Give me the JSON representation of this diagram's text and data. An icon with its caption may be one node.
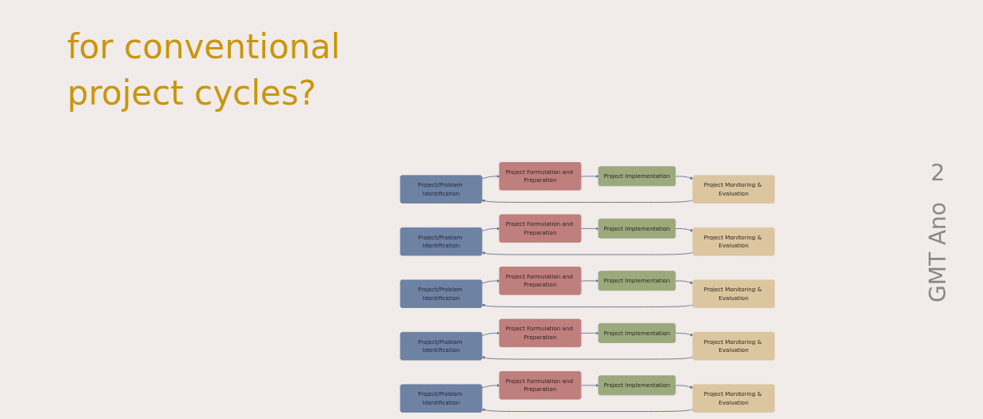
{
  "diagram": {
    "title": "for conventional project cycles?",
    "nodes": [
      {
        "text": [
          "Project/Problem Identification"
        ]
      },
      {
        "text": [
          "Project Formulation and Preparation"
        ]
      },
      {
        "text": [
          "Project Implementation"
        ]
      },
      {
        "text": [
          "Project Monitoring & Evaluation"
        ]
      },
      {
        "text": [
          "Project/Problem Identification"
        ]
      },
      {
        "text": [
          "Project Formulation and Preparation"
        ]
      },
      {
        "text": [
          "Project Implementation"
        ]
      },
      {
        "text": [
          "Project Monitoring & Evaluation"
        ]
      },
      {
        "text": [
          "Project/Problem Identification"
        ]
      },
      {
        "text": [
          "Project Formulation and Preparation"
        ]
      },
      {
        "text": [
          "Project Implementation"
        ]
      },
      {
        "text": [
          "Project Monitoring & Evaluation"
        ]
      },
      {
        "text": [
          "Project/Problem Identification"
        ]
      },
      {
        "text": [
          "Project Formulation and Preparation"
        ]
      },
      {
        "text": [
          "Project Implementation"
        ]
      },
      {
        "text": [
          "Project Monitoring & Evaluation"
        ]
      },
      {
        "text": [
          "Project/Problem Identification"
        ]
      },
      {
        "text": [
          "Project Formulation and Preparation"
        ]
      },
      {
        "text": [
          "Project Implementation"
        ]
      },
      {
        "text": [
          "Project Monitoring & Evaluation"
        ]
      }
    ],
    "edges": [
      {
        "from": 0,
        "to": 1,
        "arrow": "to"
      },
      {
        "from": 1,
        "to": 2,
        "arrow": "to"
      },
      {
        "from": 2,
        "to": 3,
        "arrow": "to"
      },
      {
        "from": 3,
        "to": 0,
        "arrow": "to"
      },
      {
        "from": 4,
        "to": 5,
        "arrow": "to"
      },
      {
        "from": 5,
        "to": 6,
        "arrow": "to"
      },
      {
        "from": 6,
        "to": 7,
        "arrow": "to"
      },
      {
        "from": 7,
        "to": 4,
        "arrow": "to"
      },
      {
        "from": 8,
        "to": 9,
        "arrow": "to"
      },
      {
        "from": 9,
        "to": 10,
        "arrow": "to"
      },
      {
        "from": 10,
        "to": 11,
        "arrow": "to"
      },
      {
        "from": 11,
        "to": 8,
        "arrow": "to"
      },
      {
        "from": 12,
        "to": 13,
        "arrow": "to"
      },
      {
        "from": 13,
        "to": 14,
        "arrow": "to"
      },
      {
        "from": 14,
        "to": 15,
        "arrow": "to"
      },
      {
        "from": 15,
        "to": 12,
        "arrow": "to"
      },
      {
        "from": 16,
        "to": 17,
        "arrow": "to"
      },
      {
        "from": 17,
        "to": 18,
        "arrow": "to"
      },
      {
        "from": 18,
        "to": 19,
        "arrow": "to"
      },
      {
        "from": 19,
        "to": 16,
        "arrow": "to"
      }
    ],
    "labels": [
      "2",
      "GMT Ano"
    ]
  }
}
